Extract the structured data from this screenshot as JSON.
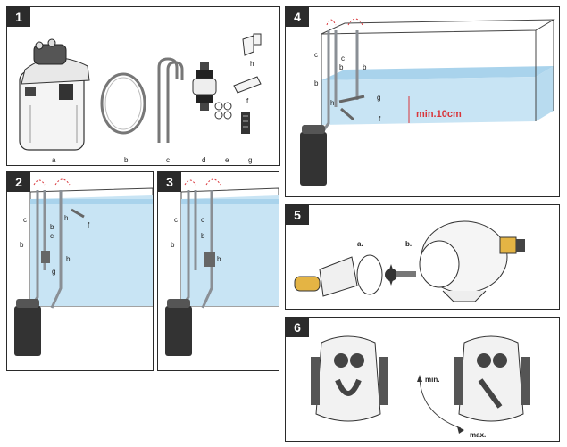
{
  "panels": [
    {
      "id": "1",
      "items": [
        "a",
        "b",
        "c",
        "d",
        "e",
        "f",
        "g",
        "h"
      ]
    },
    {
      "id": "2",
      "labels": {
        "b1": "b",
        "b2": "b",
        "b3": "b",
        "c1": "c",
        "c2": "c",
        "g": "g",
        "h": "h",
        "f": "f"
      }
    },
    {
      "id": "3",
      "labels": {
        "b1": "b",
        "b2": "b",
        "b3": "b",
        "c1": "c",
        "c2": "c"
      }
    },
    {
      "id": "4",
      "labels": {
        "c1": "c",
        "c2": "c",
        "b1": "b",
        "b2": "b",
        "b3": "b",
        "g": "g",
        "h": "h",
        "f": "f"
      },
      "min_label": "min.10cm"
    },
    {
      "id": "5",
      "labels": {
        "a": "a.",
        "b": "b."
      }
    },
    {
      "id": "6",
      "labels": {
        "min": "min.",
        "max": "max."
      }
    }
  ],
  "colors": {
    "water": "#bfe0f2",
    "water_dark": "#9ccbe6",
    "pipe": "#8a8f95",
    "red": "#d9353a",
    "body": "#333333"
  }
}
